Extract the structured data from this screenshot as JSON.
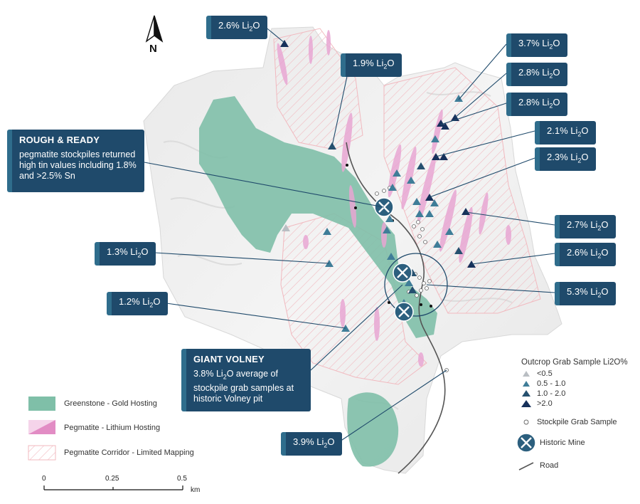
{
  "north": "N",
  "callouts": [
    {
      "id": "c1",
      "value": "2.6% Li",
      "suffix": "O"
    },
    {
      "id": "c2",
      "value": "1.9% Li",
      "suffix": "O"
    },
    {
      "id": "c3",
      "value": "3.7% Li",
      "suffix": "O"
    },
    {
      "id": "c4",
      "value": "2.8% Li",
      "suffix": "O"
    },
    {
      "id": "c5",
      "value": "2.8% Li",
      "suffix": "O"
    },
    {
      "id": "c6",
      "value": "2.1% Li",
      "suffix": "O"
    },
    {
      "id": "c7",
      "value": "2.3% Li",
      "suffix": "O"
    },
    {
      "id": "c8",
      "value": "2.7% Li",
      "suffix": "O"
    },
    {
      "id": "c9",
      "value": "2.6% Li",
      "suffix": "O"
    },
    {
      "id": "c10",
      "value": "5.3% Li",
      "suffix": "O"
    },
    {
      "id": "c11",
      "value": "1.3% Li",
      "suffix": "O"
    },
    {
      "id": "c12",
      "value": "1.2% Li",
      "suffix": "O"
    },
    {
      "id": "c13",
      "value": "3.9% Li",
      "suffix": "O"
    }
  ],
  "sub2": "2",
  "rough_ready": {
    "title": "ROUGH & READY",
    "body": "pegmatite stockpiles returned high tin values including 1.8% and >2.5% Sn"
  },
  "giant_volney": {
    "title": "GIANT VOLNEY",
    "body_prefix": "3.8% Li",
    "body_sub": "2",
    "body_rest": "O average of stockpile grab samples at historic Volney pit"
  },
  "legend_left": [
    {
      "label": "Greenstone - Gold Hosting",
      "color": "#7fbfa8"
    },
    {
      "label": "Pegmatite - Lithium Hosting",
      "color": "#e7a6d2"
    },
    {
      "label": "Pegmatite Corridor - Limited Mapping",
      "color": "#f3c9cc"
    }
  ],
  "legend_right": {
    "title": "Outcrop Grab Sample Li2O%",
    "items": [
      {
        "label": "<0.5",
        "color": "#b9bec3"
      },
      {
        "label": "0.5 - 1.0",
        "color": "#3f7d98"
      },
      {
        "label": "1.0 - 2.0",
        "color": "#25506f"
      },
      {
        "label": ">2.0",
        "color": "#16305a"
      }
    ],
    "stockpile": "Stockpile Grab Sample",
    "mine": "Historic Mine",
    "road": "Road"
  },
  "scale": {
    "ticks": [
      "0",
      "0.25",
      "0.5"
    ],
    "unit": "km"
  }
}
